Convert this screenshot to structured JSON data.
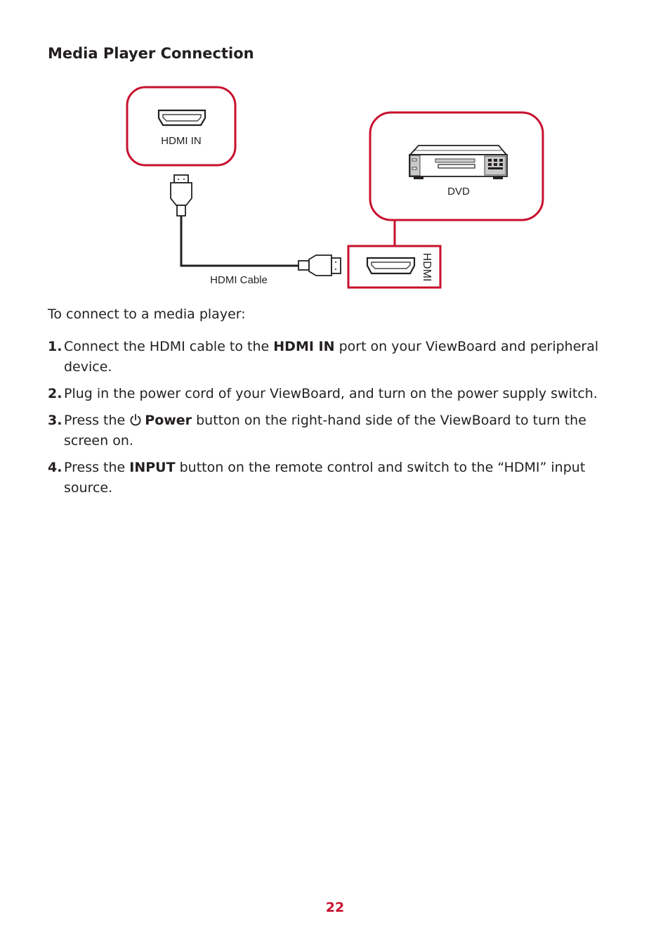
{
  "heading": "Media Player Connection",
  "diagram": {
    "hdmi_in_label": "HDMI IN",
    "dvd_label": "DVD",
    "cable_label": "HDMI Cable",
    "device_port_label": "HDMI",
    "accent_color": "#c8102e"
  },
  "intro": "To connect to a media player:",
  "steps": [
    {
      "num": "1.",
      "pre": "Connect the HDMI cable to the ",
      "bold": "HDMI IN",
      "post": " port on your ViewBoard and peripheral device."
    },
    {
      "num": "2.",
      "text": "Plug in the power cord of your ViewBoard, and turn on the power supply switch."
    },
    {
      "num": "3.",
      "pre": "Press the ",
      "icon": "power-icon",
      "bold": "Power",
      "post": " button on the right-hand side of the ViewBoard to turn the screen on."
    },
    {
      "num": "4.",
      "pre": "Press the ",
      "bold": "INPUT",
      "post": " button on the remote control and switch to the “HDMI” input source."
    }
  ],
  "page_number": "22"
}
